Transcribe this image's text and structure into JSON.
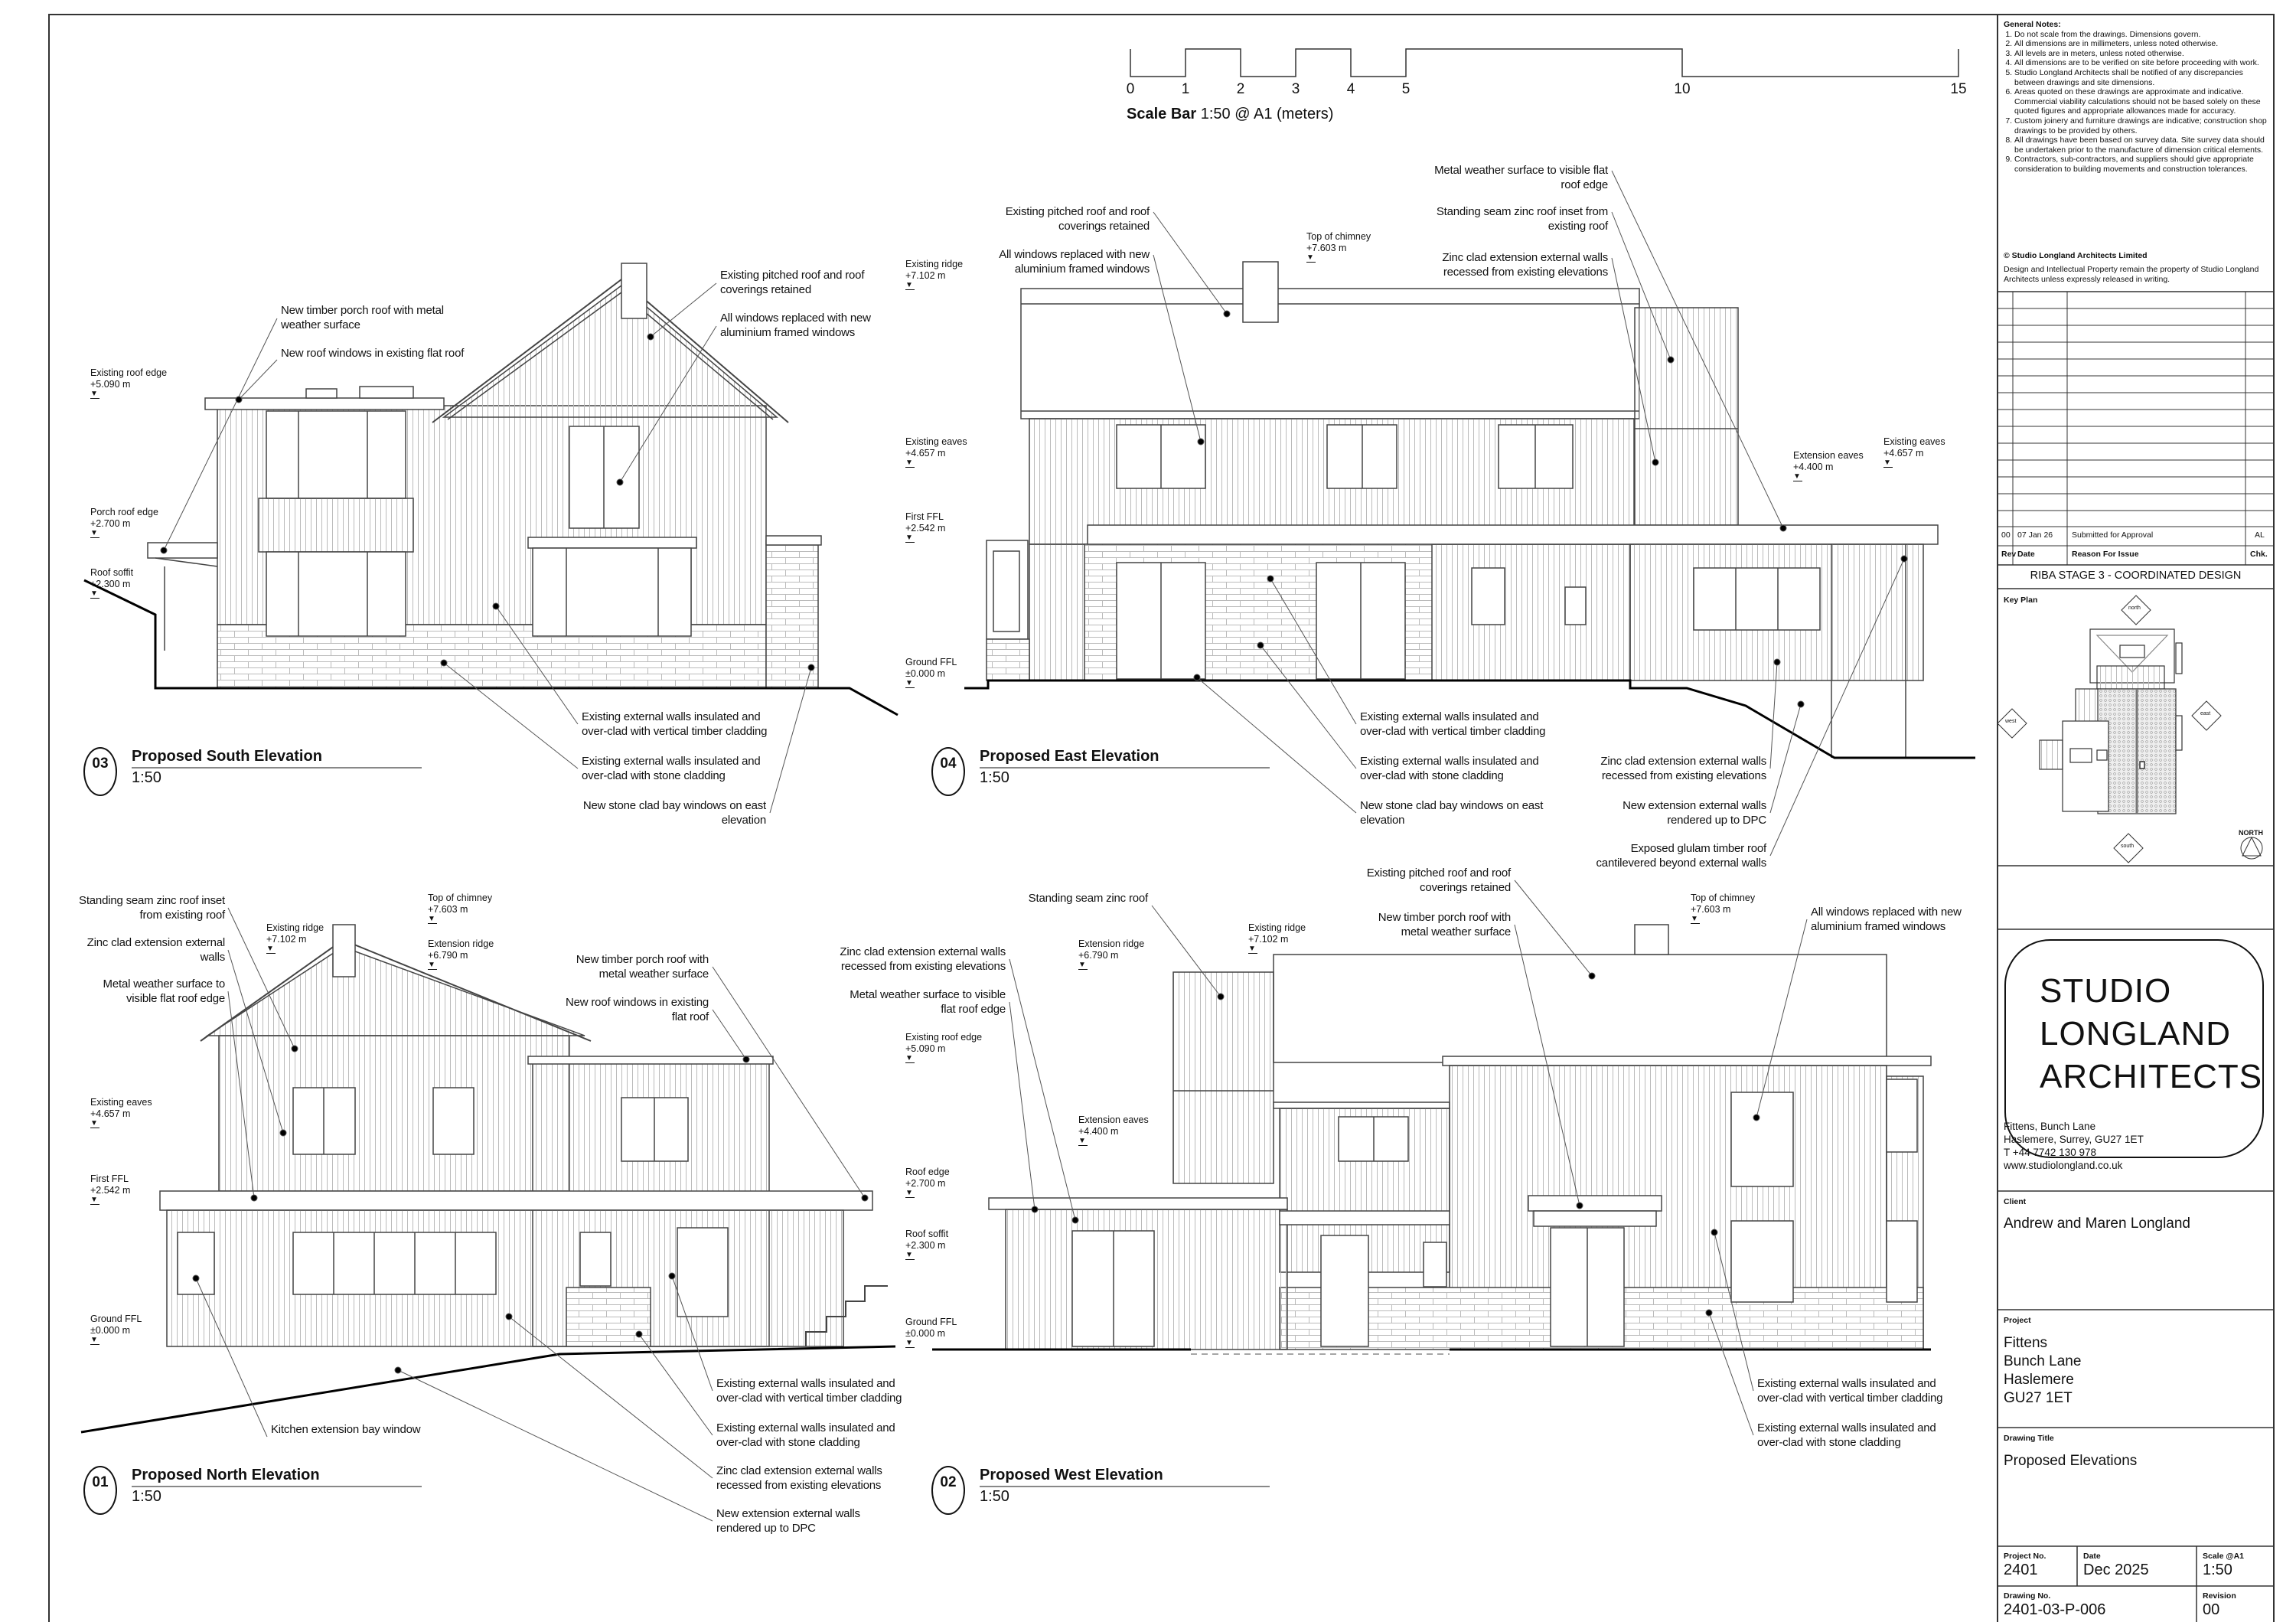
{
  "scale_bar": {
    "title": "Scale Bar",
    "subtitle": "1:50 @ A1 (meters)",
    "ticks": [
      "0",
      "1",
      "2",
      "3",
      "4",
      "5",
      "10",
      "15"
    ]
  },
  "elevations": {
    "south": {
      "number": "03",
      "title": "Proposed South Elevation",
      "scale": "1:50",
      "levels": {
        "roof_edge": "Existing roof edge\n+5.090 m",
        "porch": "Porch roof edge\n+2.700 m",
        "soffit": "Roof soffit\n+2.300 m"
      },
      "notes": {
        "porch_roof": "New timber porch roof with metal\nweather surface",
        "roof_windows": "New roof windows in existing flat roof",
        "pitched_roof": "Existing pitched roof and roof\ncoverings retained",
        "windows": "All windows replaced with new\naluminium framed windows",
        "timber": "Existing external walls insulated and\nover-clad with vertical timber cladding",
        "stone": "Existing external walls insulated and\nover-clad with stone cladding",
        "bay": "New stone clad bay windows on east\nelevation"
      }
    },
    "east": {
      "number": "04",
      "title": "Proposed East Elevation",
      "scale": "1:50",
      "levels": {
        "ridge": "Existing ridge\n+7.102 m",
        "eaves": "Existing eaves\n+4.657 m",
        "first": "First FFL\n+2.542 m",
        "ground": "Ground FFL\n±0.000 m",
        "chimney": "Top of chimney\n+7.603 m",
        "ext_eaves": "Extension eaves\n+4.400 m",
        "eaves_r": "Existing eaves\n+4.657 m"
      },
      "notes": {
        "pitched_roof": "Existing pitched roof and roof\ncoverings retained",
        "windows": "All windows replaced with new\naluminium framed windows",
        "metal": "Metal weather surface to visible flat\nroof edge",
        "zinc_roof": "Standing seam zinc roof inset from\nexisting roof",
        "zinc_walls": "Zinc clad extension external walls\nrecessed from existing elevations",
        "timber": "Existing external walls insulated and\nover-clad with vertical timber cladding",
        "stone": "Existing external walls insulated and\nover-clad with stone cladding",
        "bay": "New stone clad bay windows on east\nelevation",
        "zinc_walls2": "Zinc clad extension external walls\nrecessed from existing elevations",
        "render": "New extension external walls\nrendered up to DPC",
        "glulam": "Exposed glulam timber roof\ncantilevered beyond external walls"
      }
    },
    "north": {
      "number": "01",
      "title": "Proposed North Elevation",
      "scale": "1:50",
      "levels": {
        "ridge": "Existing ridge\n+7.102 m",
        "chimney": "Top of chimney\n+7.603 m",
        "ext_ridge": "Extension ridge\n+6.790 m",
        "eaves": "Existing eaves\n+4.657 m",
        "first": "First FFL\n+2.542 m",
        "ground": "Ground FFL\n±0.000 m"
      },
      "notes": {
        "zinc_roof": "Standing seam zinc roof inset\nfrom existing roof",
        "zinc_walls": "Zinc clad extension external\nwalls",
        "metal": "Metal weather surface to\nvisible flat roof edge",
        "porch_roof": "New timber porch roof with\nmetal weather surface",
        "roof_windows": "New roof windows in existing\nflat roof",
        "kitchen": "Kitchen extension bay window",
        "timber": "Existing external walls insulated and\nover-clad with vertical timber cladding",
        "stone": "Existing external walls insulated and\nover-clad with stone cladding",
        "zinc_walls2": "Zinc clad extension external walls\nrecessed from existing elevations",
        "render": "New extension external walls\nrendered up to DPC"
      }
    },
    "west": {
      "number": "02",
      "title": "Proposed West Elevation",
      "scale": "1:50",
      "levels": {
        "roof_edge": "Existing roof edge\n+5.090 m",
        "ext_ridge": "Extension ridge\n+6.790 m",
        "ridge": "Existing ridge\n+7.102 m",
        "ext_eaves": "Extension eaves\n+4.400 m",
        "roof_edge2": "Roof edge\n+2.700 m",
        "soffit": "Roof soffit\n+2.300 m",
        "ground": "Ground FFL\n±0.000 m",
        "chimney": "Top of chimney\n+7.603 m"
      },
      "notes": {
        "zinc_roof": "Standing seam zinc roof",
        "zinc_walls": "Zinc clad extension external walls\nrecessed from existing elevations",
        "metal": "Metal weather surface to visible\nflat roof edge",
        "pitched_roof": "Existing pitched roof and roof\ncoverings retained",
        "porch_roof": "New timber porch roof with\nmetal weather surface",
        "windows": "All windows replaced with new\naluminium framed windows",
        "timber": "Existing external walls insulated and\nover-clad with vertical timber cladding",
        "stone": "Existing external walls insulated and\nover-clad with stone cladding"
      }
    }
  },
  "title_block": {
    "general_notes_heading": "General Notes:",
    "general_notes": [
      "Do not scale from the drawings. Dimensions govern.",
      "All dimensions are in millimeters, unless noted otherwise.",
      "All levels are in meters, unless noted otherwise.",
      "All dimensions are to be verified on site before proceeding with work.",
      "Studio Longland Architects shall be notified of any discrepancies between drawings and site dimensions.",
      "Areas quoted on these drawings are approximate and indicative. Commercial viability calculations should not be based solely on these quoted figures and appropriate allowances made for accuracy.",
      "Custom joinery and furniture drawings are indicative; construction shop drawings to be provided by others.",
      "All drawings have been based on survey data. Site survey data should be undertaken prior to the manufacture of dimension critical elements.",
      "Contractors, sub-contractors, and suppliers should give appropriate consideration to building movements and construction tolerances."
    ],
    "copyright": "© Studio Longland Architects Limited",
    "copyright_text": "Design and Intellectual Property remain the property of Studio Longland Architects unless expressly released in writing.",
    "revisions": {
      "headers": [
        "Rev",
        "Date",
        "Reason For Issue",
        "Chk."
      ],
      "rows": [
        [
          "00",
          "07 Jan 26",
          "Submitted for Approval",
          "AL"
        ]
      ]
    },
    "stage": "RIBA STAGE 3 - COORDINATED DESIGN",
    "key_plan": {
      "label": "Key Plan",
      "north": "north",
      "south": "south",
      "east": "east",
      "west": "west",
      "north_arrow": "NORTH"
    },
    "logo": [
      "STUDIO",
      "LONGLAND",
      "ARCHITECTS"
    ],
    "address": [
      "Fittens, Bunch Lane",
      "Haslemere, Surrey, GU27 1ET",
      "T +44 7742 130 978",
      "www.studiolongland.co.uk"
    ],
    "client_label": "Client",
    "client": "Andrew and Maren Longland",
    "project_label": "Project",
    "project": [
      "Fittens",
      "Bunch Lane",
      "Haslemere",
      "GU27 1ET"
    ],
    "drawing_title_label": "Drawing Title",
    "drawing_title": "Proposed Elevations",
    "project_no_label": "Project No.",
    "project_no": "2401",
    "date_label": "Date",
    "date": "Dec 2025",
    "scale_label": "Scale @A1",
    "scale": "1:50",
    "drawing_no_label": "Drawing No.",
    "drawing_no": "2401-03-P-006",
    "revision_label": "Revision",
    "revision": "00"
  }
}
